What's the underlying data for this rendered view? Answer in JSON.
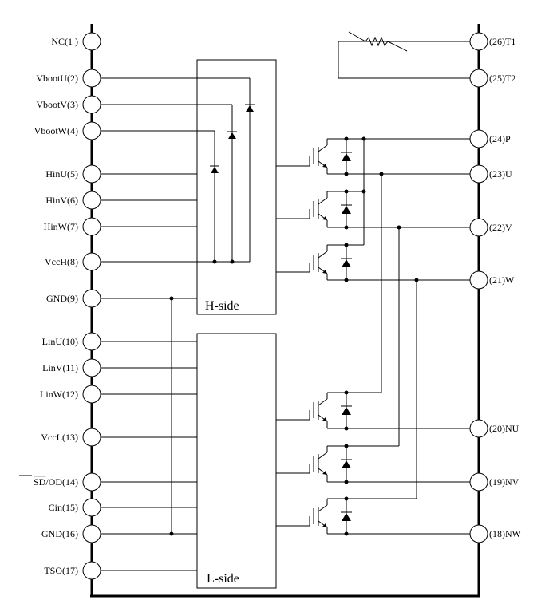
{
  "left_pins": [
    {
      "id": "1",
      "label": "NC(1 )"
    },
    {
      "id": "2",
      "label": "VbootU(2)"
    },
    {
      "id": "3",
      "label": "VbootV(3)"
    },
    {
      "id": "4",
      "label": "VbootW(4)"
    },
    {
      "id": "5",
      "label": "HinU(5)"
    },
    {
      "id": "6",
      "label": "HinV(6)"
    },
    {
      "id": "7",
      "label": "HinW(7)"
    },
    {
      "id": "8",
      "label": "VccH(8)"
    },
    {
      "id": "9",
      "label": "GND(9)"
    },
    {
      "id": "10",
      "label": "LinU(10)"
    },
    {
      "id": "11",
      "label": "LinV(11)"
    },
    {
      "id": "12",
      "label": "LinW(12)"
    },
    {
      "id": "13",
      "label": "VccL(13)"
    },
    {
      "id": "14",
      "label_over": "SD",
      "label_rest": "/OD(14)"
    },
    {
      "id": "15",
      "label": "Cin(15)"
    },
    {
      "id": "16",
      "label": "GND(16)"
    },
    {
      "id": "17",
      "label": "TSO(17)"
    }
  ],
  "right_pins": [
    {
      "id": "26",
      "label": "(26)T1"
    },
    {
      "id": "25",
      "label": "(25)T2"
    },
    {
      "id": "24",
      "label": "(24)P"
    },
    {
      "id": "23",
      "label": "(23)U"
    },
    {
      "id": "22",
      "label": "(22)V"
    },
    {
      "id": "21",
      "label": "(21)W"
    },
    {
      "id": "20",
      "label": "(20)NU"
    },
    {
      "id": "19",
      "label": "(19)NV"
    },
    {
      "id": "18",
      "label": "(18)NW"
    }
  ],
  "blocks": {
    "high_side": "H-side",
    "low_side": "L-side"
  }
}
